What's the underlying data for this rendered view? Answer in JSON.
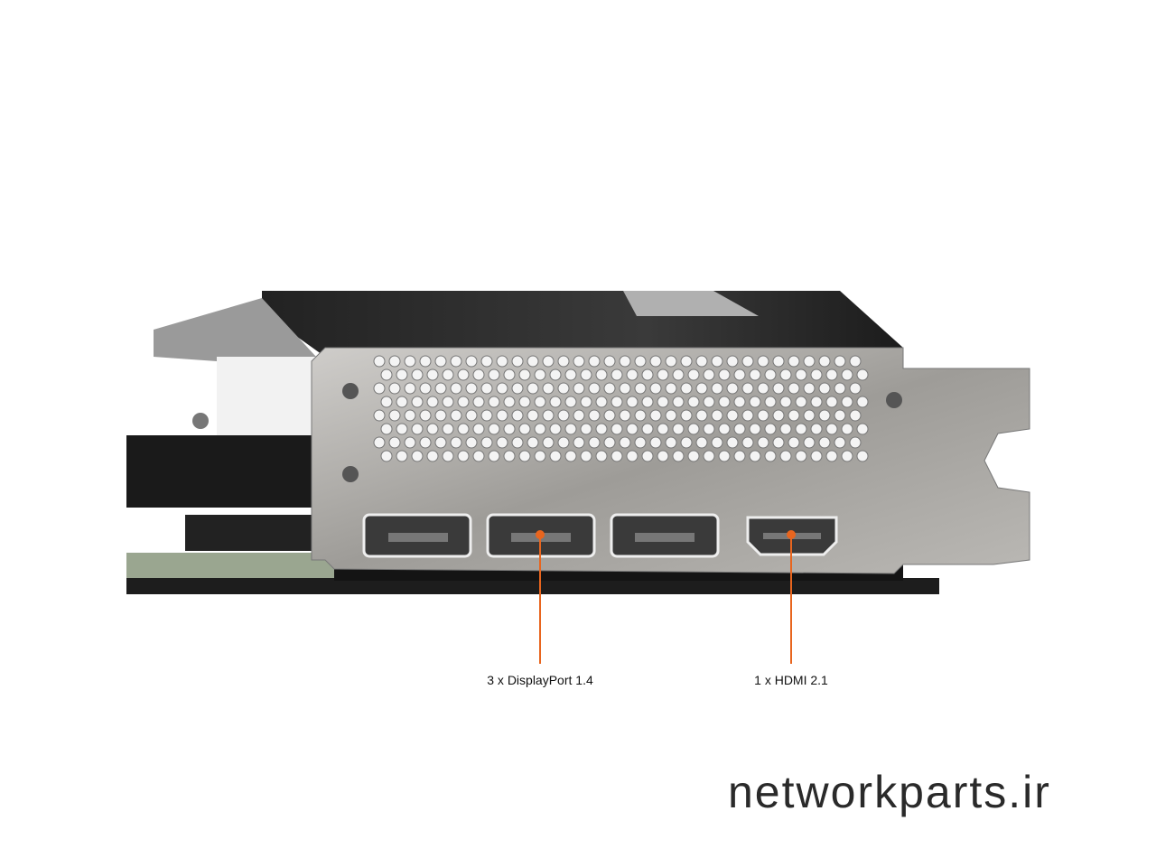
{
  "callouts": [
    {
      "label": "3 x DisplayPort 1.4",
      "color": "#e8651e"
    },
    {
      "label": "1 x HDMI 2.1",
      "color": "#e8651e"
    }
  ],
  "watermark": "networkparts.ir",
  "colors": {
    "background": "#ffffff",
    "bracket": "#a9a7a3",
    "shroud": "#2b2b2b",
    "accent": "#e8651e"
  }
}
